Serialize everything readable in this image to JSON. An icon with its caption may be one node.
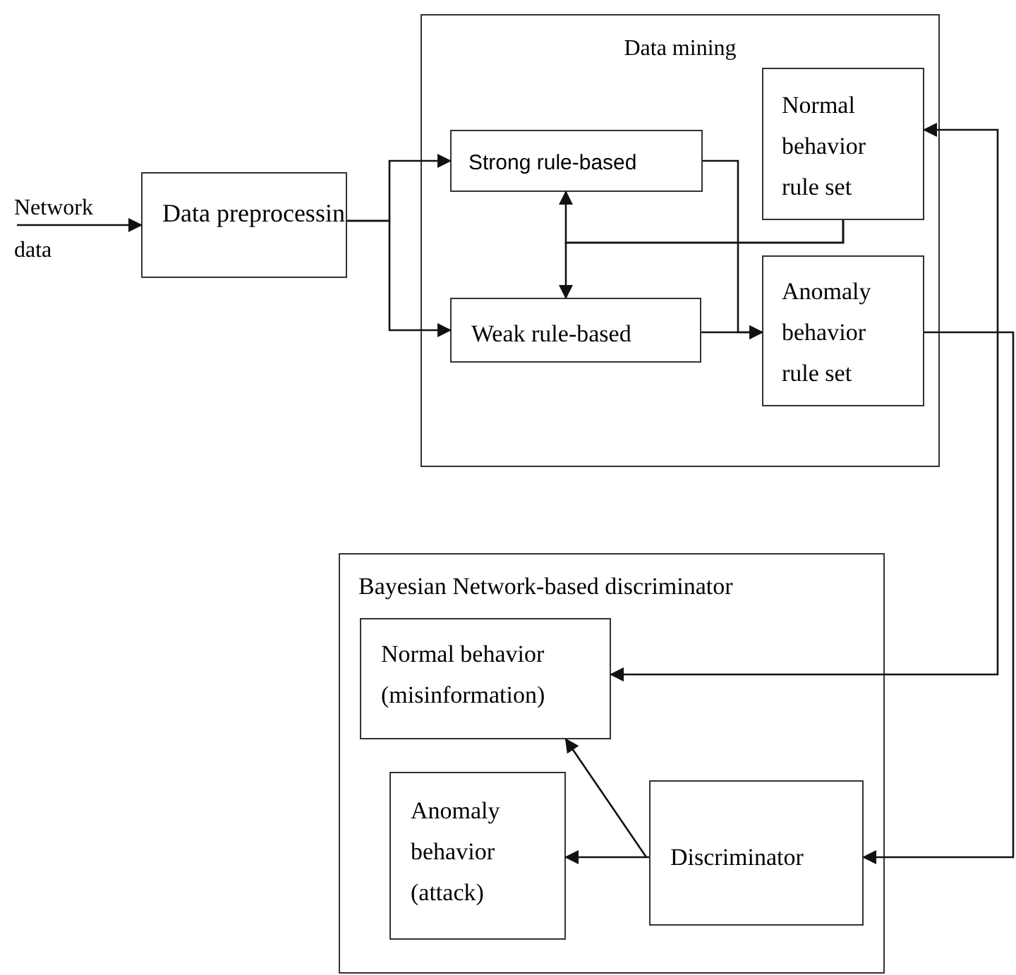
{
  "diagram": {
    "nodes": [
      {
        "text": [
          "Data preprocessin"
        ]
      },
      {
        "text": [
          "Data mining"
        ]
      },
      {
        "text": [
          "Strong rule-based"
        ],
        "in": 1
      },
      {
        "text": [
          "Weak rule-based"
        ],
        "in": 1
      },
      {
        "text": [
          "Normal behavior rule set"
        ],
        "in": 1
      },
      {
        "text": [
          "Anomaly behavior rule set"
        ],
        "in": 1
      },
      {
        "text": [
          "Bayesian Network-based discriminator"
        ]
      },
      {
        "text": [
          "Normal behavior (misinformation)"
        ],
        "in": 6
      },
      {
        "text": [
          "Anomaly behavior (attack)"
        ],
        "in": 6
      },
      {
        "text": [
          "Discriminator"
        ],
        "in": 6
      }
    ],
    "edges": [
      {
        "from": null,
        "to": 0,
        "arrow": "to",
        "label": "Network data"
      },
      {
        "from": 0,
        "to": 2,
        "arrow": "to"
      },
      {
        "from": 0,
        "to": 3,
        "arrow": "to"
      },
      {
        "from": 2,
        "to": 5,
        "arrow": "to"
      },
      {
        "from": 3,
        "to": 5,
        "arrow": "to"
      },
      {
        "from": 4,
        "to": 2,
        "arrow": "to"
      },
      {
        "from": 4,
        "to": 3,
        "arrow": "to"
      },
      {
        "from": 5,
        "to": 9,
        "arrow": "to"
      },
      {
        "from": 7,
        "to": 4,
        "arrow": "both"
      },
      {
        "from": 9,
        "to": 8,
        "arrow": "to"
      },
      {
        "from": 9,
        "to": 7,
        "arrow": "to"
      }
    ]
  }
}
